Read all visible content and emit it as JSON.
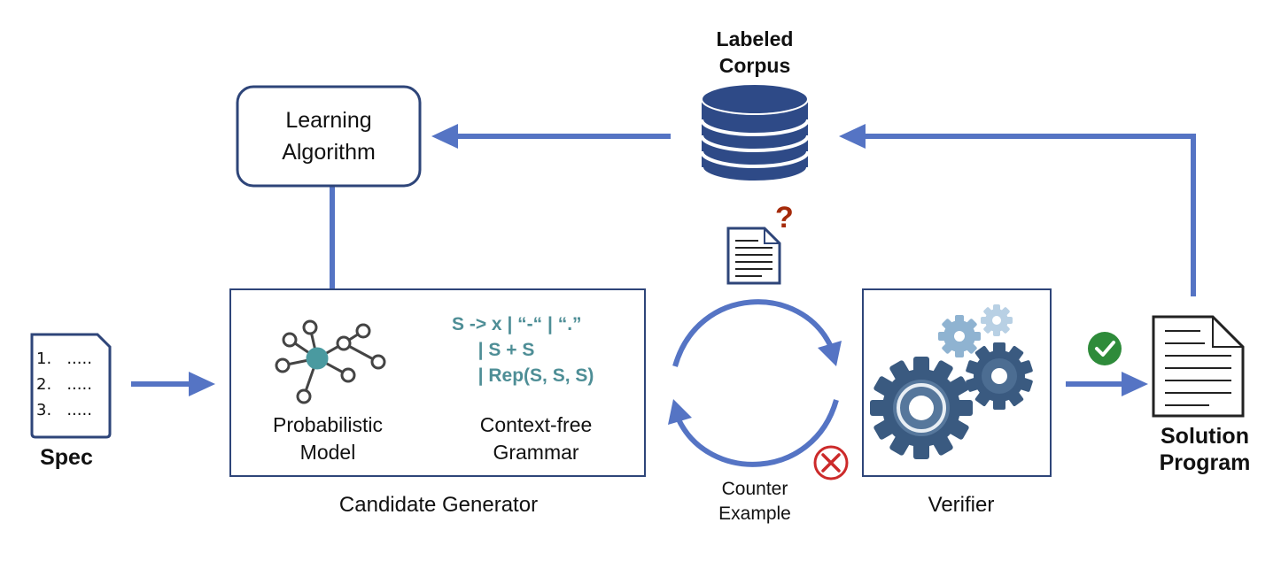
{
  "corpus": {
    "label_line1": "Labeled",
    "label_line2": "Corpus"
  },
  "learning": {
    "label_line1": "Learning",
    "label_line2": "Algorithm"
  },
  "spec": {
    "items": [
      "1.   .....",
      "2.   .....",
      "3.   ....."
    ],
    "label": "Spec"
  },
  "generator": {
    "label": "Candidate Generator",
    "model_line1": "Probabilistic",
    "model_line2": "Model",
    "grammar_label_line1": "Context-free",
    "grammar_label_line2": "Grammar",
    "grammar_rules": [
      "S -> x | “-“ | “.”",
      "  | S + S",
      "  | Rep(S, S, S)"
    ]
  },
  "query": {
    "symbol": "?"
  },
  "counter_example": {
    "label_line1": "Counter",
    "label_line2": "Example"
  },
  "verifier": {
    "label": "Verifier"
  },
  "solution": {
    "label_line1": "Solution",
    "label_line2": "Program"
  },
  "colors": {
    "arrow": "#5574c4",
    "box_border": "#2e4579",
    "database": "#2e4a87",
    "grammar_text": "#4e8e96",
    "question_mark": "#a52a0a",
    "check_circle": "#2e8b3a",
    "cross_circle": "#cc2a2a",
    "gear_dark": "#3a5a80",
    "gear_light": "#8fb3d1"
  }
}
